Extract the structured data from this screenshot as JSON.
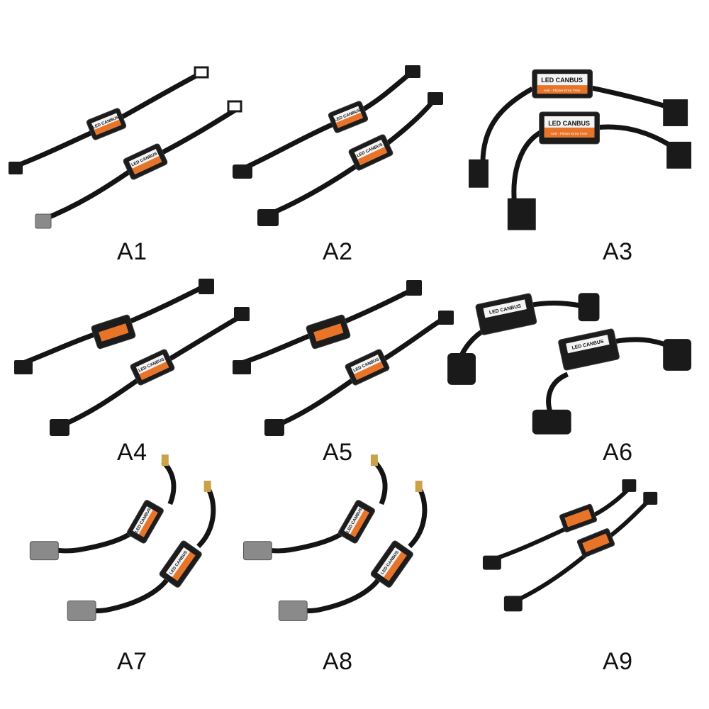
{
  "items": [
    {
      "label": "A1",
      "style": "straight",
      "cap_text": "LED CANBUS"
    },
    {
      "label": "A2",
      "style": "straight",
      "cap_text": "LED CANBUS"
    },
    {
      "label": "A3",
      "style": "looped",
      "cap_text": "LED CANBUS",
      "sub_text": "Anti - Flicker Error Free"
    },
    {
      "label": "A4",
      "style": "straight",
      "cap_text": "LED CANBUS"
    },
    {
      "label": "A5",
      "style": "straight",
      "cap_text": "LED CANBUS"
    },
    {
      "label": "A6",
      "style": "looped",
      "cap_text": "LED CANBUS"
    },
    {
      "label": "A7",
      "style": "curved",
      "cap_text": "LED CANBUS"
    },
    {
      "label": "A8",
      "style": "curved",
      "cap_text": "LED CANBUS"
    },
    {
      "label": "A9",
      "style": "straight-small",
      "cap_text": ""
    }
  ],
  "colors": {
    "cable": "#141414",
    "box": "#1c1c1c",
    "box_edge": "#3a3a3a",
    "label_stripe": "#e8742a",
    "label_white": "#f4f4f4",
    "wire_red": "#d12b2b",
    "wire_blue": "#2d55c8",
    "wire_yellow": "#e7c12a",
    "connector_black": "#1a1a1a",
    "connector_grey": "#8a8a8a",
    "pin_metal": "#c9a24a"
  }
}
